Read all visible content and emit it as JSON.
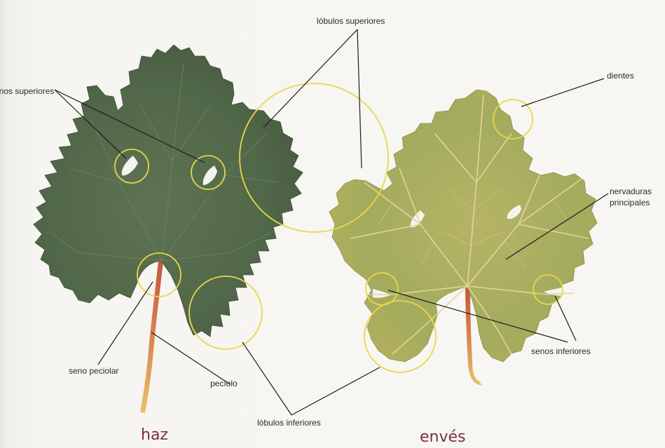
{
  "labels": {
    "lobulos_superiores": "lóbulos superiores",
    "senos_superiores": "senos superiores",
    "dientes": "dientes",
    "nervaduras_line1": "nervaduras",
    "nervaduras_line2": "principales",
    "seno_peciolar": "seno peciolar",
    "peciolo": "pecíolo",
    "lobulos_inferiores": "lóbulos inferiores",
    "senos_inferiores": "senos inferiores"
  },
  "captions": {
    "haz": "haz",
    "enves": "envés"
  },
  "colors": {
    "leaf_top": "#53694a",
    "leaf_top_dark": "#46593e",
    "leaf_bottom": "#a7b05c",
    "leaf_bottom_light": "#c9c36c",
    "vein": "#e3d79a",
    "petiole": "#c85f3d",
    "ring": "#e8d74a",
    "caption": "#7b3140"
  }
}
